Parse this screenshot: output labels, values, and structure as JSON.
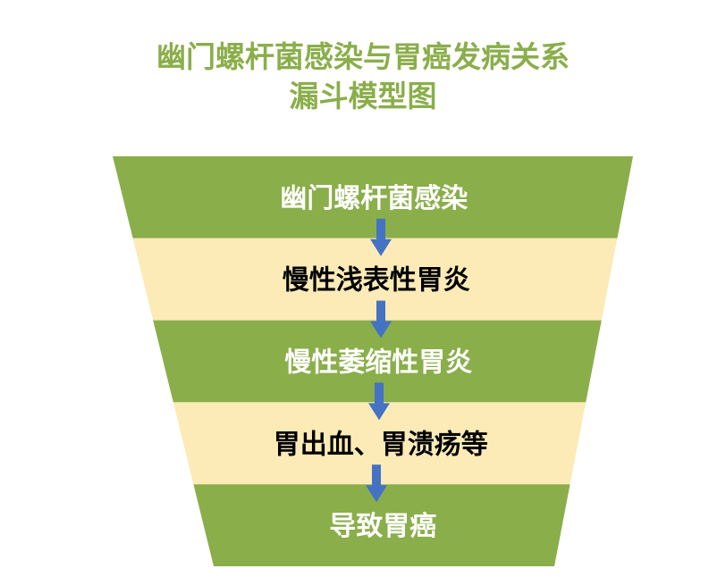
{
  "title": {
    "line1": "幽门螺杆菌感染与胃癌发病关系",
    "line2": "漏斗模型图"
  },
  "colors": {
    "title": "#8aae4a",
    "green_band": "#8aae4a",
    "cream_band": "#fcebb6",
    "arrow": "#4472c4",
    "text_on_green": "#ffffff",
    "text_on_cream": "#000000"
  },
  "stages": [
    {
      "label": "幽门螺杆菌感染",
      "style": "green"
    },
    {
      "label": "慢性浅表性胃炎",
      "style": "cream"
    },
    {
      "label": "慢性萎缩性胃炎",
      "style": "green"
    },
    {
      "label": "胃出血、胃溃疡等",
      "style": "cream"
    },
    {
      "label": "导致胃癌",
      "style": "green"
    }
  ]
}
